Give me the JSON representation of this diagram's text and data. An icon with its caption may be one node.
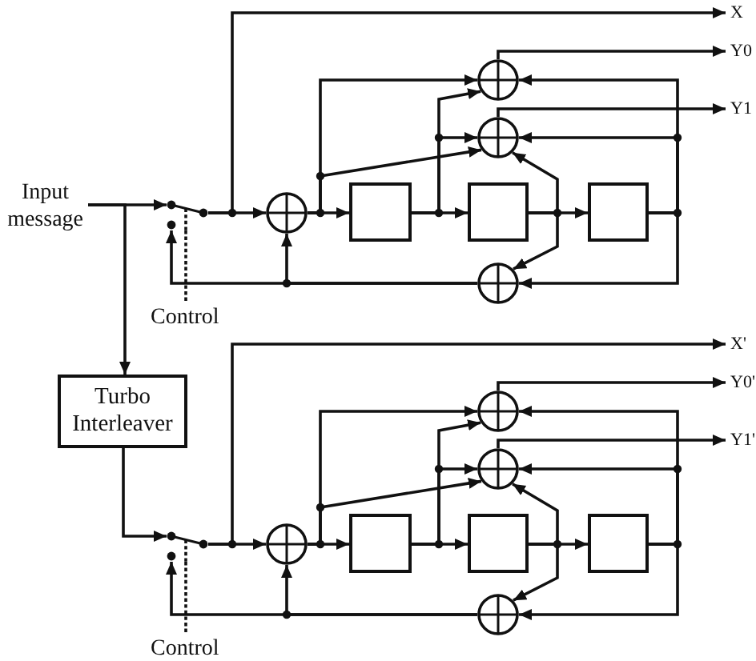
{
  "diagram": {
    "nodes": [
      {
        "text": [
          "Input message"
        ]
      },
      {
        "text": [],
        "shape": "switch"
      },
      {
        "text": [
          "Control"
        ]
      },
      {
        "text": [],
        "shape": "circle"
      },
      {
        "text": [],
        "shape": "box"
      },
      {
        "text": [],
        "shape": "box"
      },
      {
        "text": [],
        "shape": "box"
      },
      {
        "text": [],
        "shape": "circle"
      },
      {
        "text": [],
        "shape": "circle"
      },
      {
        "text": [],
        "shape": "circle"
      },
      {
        "text": [
          "X"
        ]
      },
      {
        "text": [
          "Y0"
        ]
      },
      {
        "text": [
          "Y1"
        ]
      },
      {
        "text": [
          "Turbo Interleaver"
        ]
      },
      {
        "text": [],
        "shape": "switch"
      },
      {
        "text": [
          "Control"
        ]
      },
      {
        "text": [],
        "shape": "circle"
      },
      {
        "text": [],
        "shape": "box"
      },
      {
        "text": [],
        "shape": "box"
      },
      {
        "text": [],
        "shape": "box"
      },
      {
        "text": [],
        "shape": "circle"
      },
      {
        "text": [],
        "shape": "circle"
      },
      {
        "text": [],
        "shape": "circle"
      },
      {
        "text": [
          "X'"
        ]
      },
      {
        "text": [
          "Y0'"
        ]
      },
      {
        "text": [
          "Y1'"
        ]
      }
    ],
    "edges": [
      {
        "from": 0,
        "to": 1,
        "arrow": "to"
      },
      {
        "from": 0,
        "to": 13,
        "arrow": "to"
      },
      {
        "from": 2,
        "to": 1,
        "arrow": "none",
        "style": "dashed"
      },
      {
        "from": 1,
        "to": 3,
        "arrow": "to"
      },
      {
        "from": 1,
        "to": 10,
        "arrow": "to"
      },
      {
        "from": 3,
        "to": 4,
        "arrow": "to"
      },
      {
        "from": 3,
        "to": 7,
        "arrow": "to"
      },
      {
        "from": 3,
        "to": 8,
        "arrow": "to"
      },
      {
        "from": 4,
        "to": 5,
        "arrow": "to"
      },
      {
        "from": 4,
        "to": 7,
        "arrow": "to"
      },
      {
        "from": 4,
        "to": 8,
        "arrow": "to"
      },
      {
        "from": 5,
        "to": 6,
        "arrow": "to"
      },
      {
        "from": 5,
        "to": 8,
        "arrow": "to"
      },
      {
        "from": 5,
        "to": 9,
        "arrow": "to"
      },
      {
        "from": 6,
        "to": 7,
        "arrow": "to"
      },
      {
        "from": 6,
        "to": 8,
        "arrow": "to"
      },
      {
        "from": 6,
        "to": 9,
        "arrow": "to"
      },
      {
        "from": 9,
        "to": 3,
        "arrow": "to"
      },
      {
        "from": 9,
        "to": 1,
        "arrow": "to"
      },
      {
        "from": 7,
        "to": 11,
        "arrow": "to"
      },
      {
        "from": 8,
        "to": 12,
        "arrow": "to"
      },
      {
        "from": 13,
        "to": 14,
        "arrow": "to"
      },
      {
        "from": 15,
        "to": 14,
        "arrow": "none",
        "style": "dashed"
      },
      {
        "from": 14,
        "to": 16,
        "arrow": "to"
      },
      {
        "from": 14,
        "to": 23,
        "arrow": "to"
      },
      {
        "from": 16,
        "to": 17,
        "arrow": "to"
      },
      {
        "from": 16,
        "to": 20,
        "arrow": "to"
      },
      {
        "from": 16,
        "to": 21,
        "arrow": "to"
      },
      {
        "from": 17,
        "to": 18,
        "arrow": "to"
      },
      {
        "from": 17,
        "to": 20,
        "arrow": "to"
      },
      {
        "from": 17,
        "to": 21,
        "arrow": "to"
      },
      {
        "from": 18,
        "to": 19,
        "arrow": "to"
      },
      {
        "from": 18,
        "to": 21,
        "arrow": "to"
      },
      {
        "from": 18,
        "to": 22,
        "arrow": "to"
      },
      {
        "from": 19,
        "to": 20,
        "arrow": "to"
      },
      {
        "from": 19,
        "to": 21,
        "arrow": "to"
      },
      {
        "from": 19,
        "to": 22,
        "arrow": "to"
      },
      {
        "from": 22,
        "to": 16,
        "arrow": "to"
      },
      {
        "from": 22,
        "to": 14,
        "arrow": "to"
      },
      {
        "from": 20,
        "to": 24,
        "arrow": "to"
      },
      {
        "from": 21,
        "to": 25,
        "arrow": "to"
      }
    ]
  }
}
